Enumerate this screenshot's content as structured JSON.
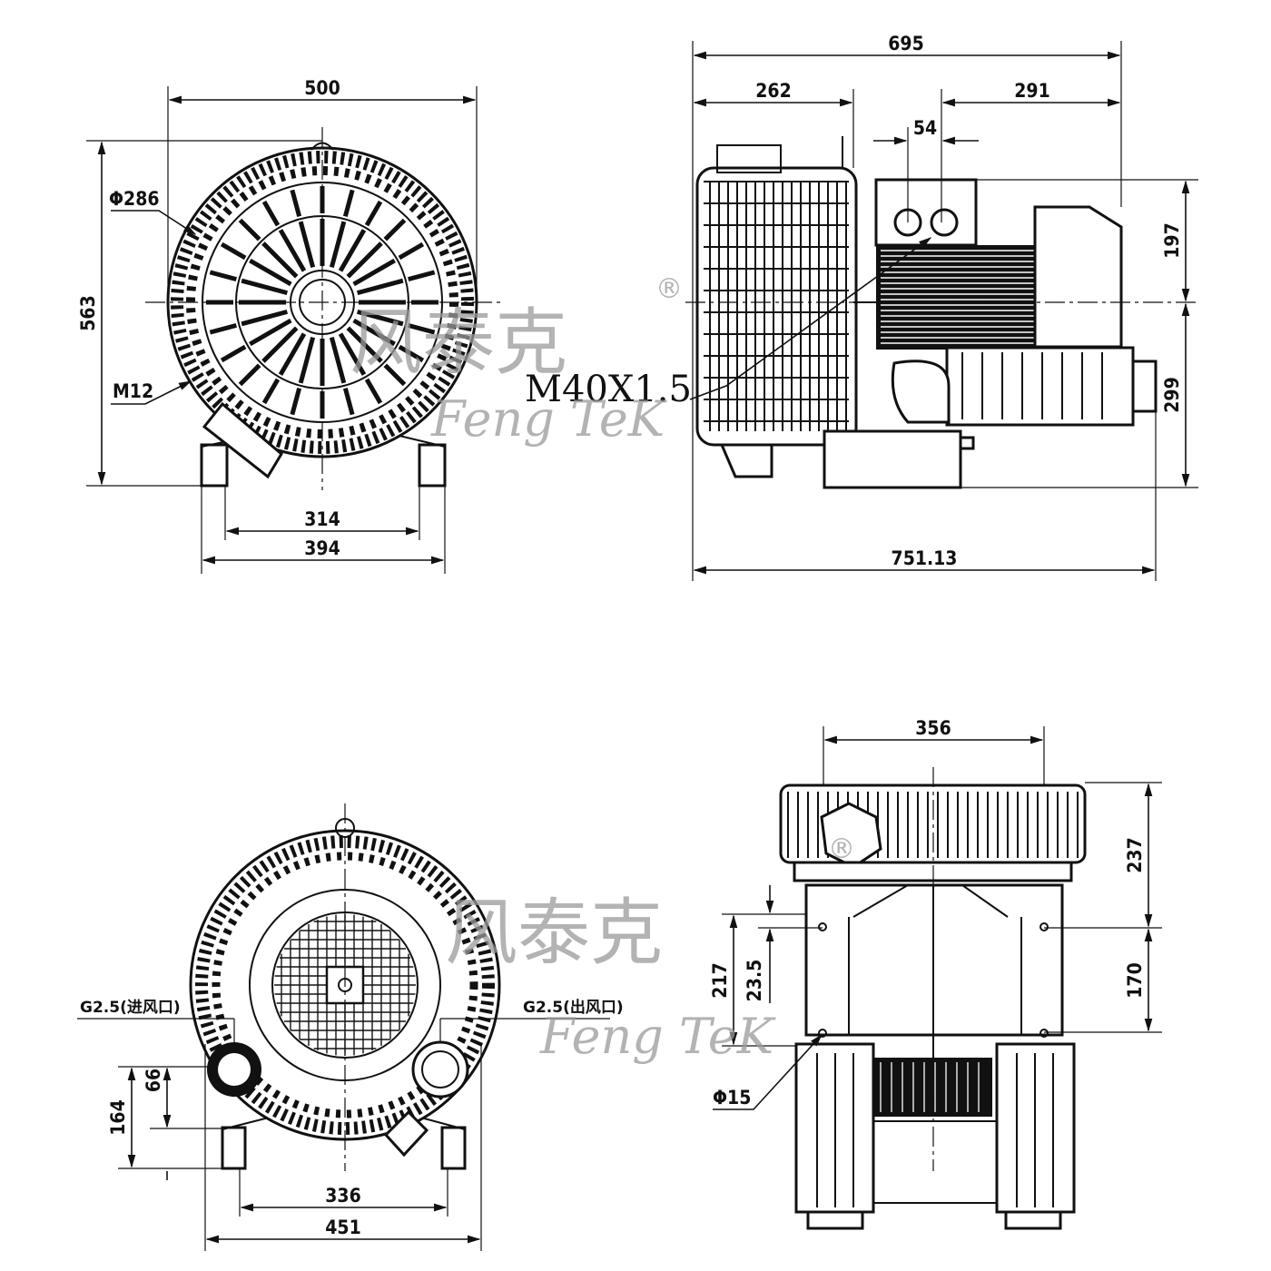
{
  "front_view": {
    "width_label": "500",
    "diameter_label": "Φ286",
    "height_label": "563",
    "bolt_label": "M12",
    "foot_span_label": "314",
    "base_width_label": "394"
  },
  "side_view": {
    "overall_label": "695",
    "left_part_label": "262",
    "right_part_label": "291",
    "terminal_label": "54",
    "upper_height_label": "197",
    "lower_height_label": "299",
    "thread_label": "M40X1.5",
    "total_length_label": "751.13"
  },
  "back_view": {
    "inlet_label": "G2.5(进风口)",
    "outlet_label": "G2.5(出风口)",
    "port_height_label": "66",
    "height_label": "164",
    "foot_span_label": "336",
    "base_width_label": "451"
  },
  "top_view": {
    "width_label": "356",
    "upper_label": "237",
    "lower_label": "170",
    "left_label": "217",
    "offset_label": "23.5",
    "hole_label": "Φ15"
  },
  "watermark": {
    "chinese": "风泰克",
    "english": "Feng TeK",
    "registered": "®"
  },
  "colors": {
    "line": "#111111",
    "watermark": "#9a9a9a",
    "background": "#ffffff"
  }
}
